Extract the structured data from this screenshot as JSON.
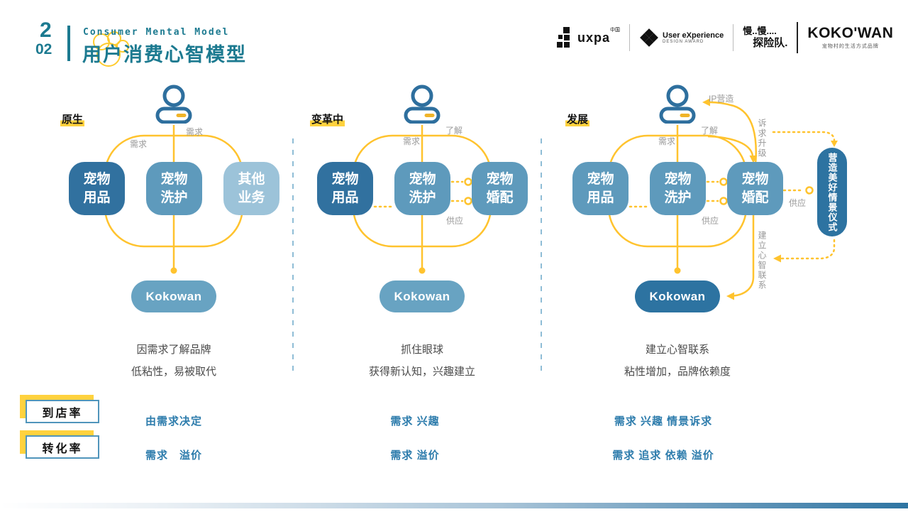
{
  "header": {
    "section_number": "2",
    "section_number_sub": "02",
    "subtitle_en": "Consumer Mental Model",
    "title_zh": "用户消费心智模型"
  },
  "logos": {
    "uxpa_name": "uxpa",
    "uxpa_sup": "中国",
    "award_line1": "User eXperience",
    "award_line2": "DESIGN AWARD",
    "expedition_line1": "慢..慢....",
    "expedition_line2": "探险队.",
    "kokowan_name": "KOKO'WAN",
    "kokowan_tagline": "宠物村的生活方式品牌"
  },
  "stages": [
    {
      "label": "原生",
      "boxes": [
        "宠物用品",
        "宠物洗护",
        "其他业务"
      ],
      "labels": {
        "need_left": "需求",
        "need_top": "需求"
      },
      "brand": "Kokowan",
      "desc1": "因需求了解品牌",
      "desc2": "低粘性，易被取代",
      "store": "由需求决定",
      "conv": "需求　溢价"
    },
    {
      "label": "变革中",
      "boxes": [
        "宠物用品",
        "宠物洗护",
        "宠物婚配"
      ],
      "labels": {
        "need": "需求",
        "know": "了解",
        "supply": "供应"
      },
      "brand": "Kokowan",
      "desc1": "抓住眼球",
      "desc2": "获得新认知，兴趣建立",
      "store": "需求 兴趣",
      "conv": "需求 溢价"
    },
    {
      "label": "发展",
      "boxes": [
        "宠物用品",
        "宠物洗护",
        "宠物婚配"
      ],
      "labels": {
        "need": "需求",
        "know": "了解",
        "supply": "供应",
        "ip": "IP营造",
        "appeal_upgrade": "诉求升级",
        "supply_right": "供应",
        "mind_link": "建立心智联系"
      },
      "side_pill": "营造美好情景仪式",
      "brand": "Kokowan",
      "desc1": "建立心智联系",
      "desc2": "粘性增加，品牌依赖度",
      "store": "需求 兴趣 情景诉求",
      "conv": "需求 追求 依赖 溢价"
    }
  ],
  "metrics": {
    "store_label": "到店率",
    "conversion_label": "转化率"
  },
  "colors": {
    "teal_title": "#1c7a90",
    "accent_yellow": "#ffc32e",
    "highlight_yellow": "#ffd23e",
    "box_dark_blue": "#31719f",
    "box_medium_blue": "#5e9abc",
    "box_light_blue": "#9cc3d9",
    "brand_pill": "#68a3c2",
    "brand_pill_dark": "#2d73a1",
    "metric_text_blue": "#2d7cac",
    "edge_label_gray": "#999999"
  }
}
